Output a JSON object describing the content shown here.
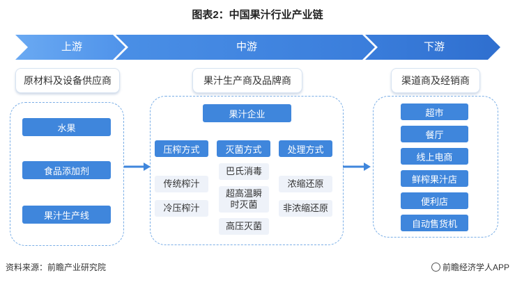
{
  "title": "图表2：中国果汁行业产业链",
  "stages": {
    "upstream": "上游",
    "midstream": "中游",
    "downstream": "下游"
  },
  "categories": {
    "upstream": "原材料及设备供应商",
    "midstream": "果汁生产商及品牌商",
    "downstream": "渠道商及经销商"
  },
  "upstream_items": [
    "水果",
    "食品添加剂",
    "果汁生产线"
  ],
  "midstream": {
    "enterprise": "果汁企业",
    "columns": [
      {
        "header": "压榨方式",
        "items": [
          "传统榨汁",
          "冷压榨汁"
        ]
      },
      {
        "header": "灭菌方式",
        "items": [
          "巴氏消毒",
          "超高温瞬\n时灭菌",
          "高压灭菌"
        ]
      },
      {
        "header": "处理方式",
        "items": [
          "浓缩还原",
          "非浓缩还原"
        ]
      }
    ]
  },
  "downstream_items": [
    "超市",
    "餐厅",
    "线上电商",
    "鲜榨果汁店",
    "便利店",
    "自动售货机"
  ],
  "footer": {
    "source": "资料来源：前瞻产业研究院",
    "brand": "前瞻经济学人APP"
  },
  "colors": {
    "chevron_light": "#5b9ef0",
    "chevron_dark": "#3a7ddb",
    "button": "#3f86dc",
    "cell": "#eef2f9",
    "dashed_border": "#7aaee6"
  }
}
